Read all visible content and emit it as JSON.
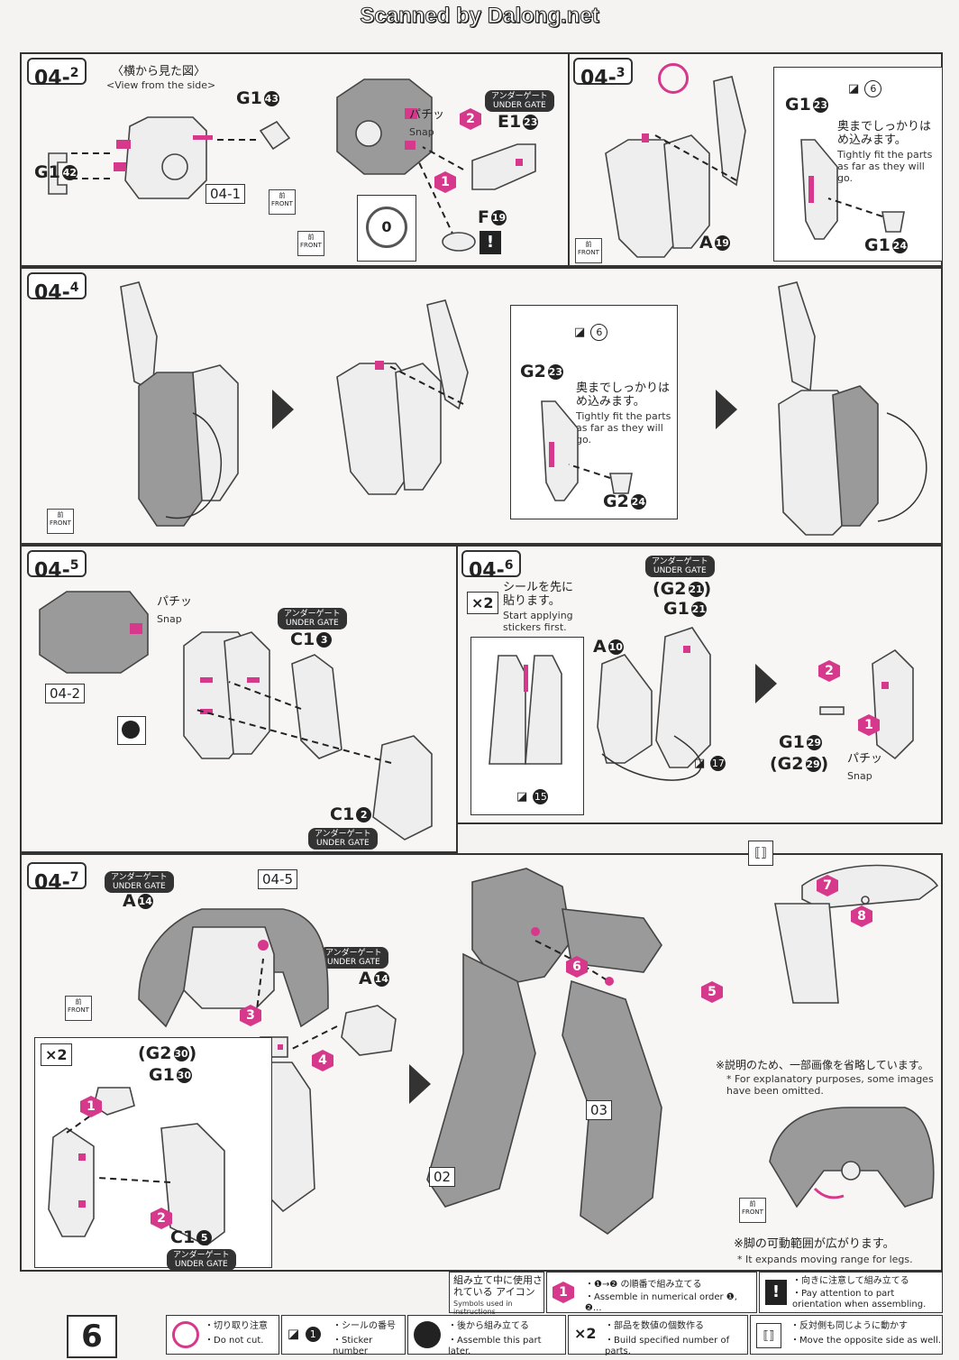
{
  "watermark": "Scanned by Dalong.net",
  "page_number": "6",
  "common": {
    "under_gate_jp": "アンダーゲート",
    "under_gate_en": "UNDER GATE",
    "front_jp": "前",
    "front_en": "FRONT",
    "snap_jp": "パチッ",
    "snap_en": "Snap"
  },
  "steps": {
    "s04_2": {
      "badge_main": "04",
      "badge_sub": "2",
      "view_jp": "〈横から見た図〉",
      "view_en": "<View from the side>",
      "ref_04_1": "04-1",
      "parts": {
        "g1_43": "G1",
        "g1_43_num": "43",
        "g1_42": "G1",
        "g1_42_num": "42",
        "e1_23": "E1",
        "e1_23_num": "23",
        "f19": "F",
        "f19_num": "19"
      }
    },
    "s04_3": {
      "badge_main": "04",
      "badge_sub": "3",
      "tight_jp": "奥までしっかりはめ込みます。",
      "tight_en": "Tightly fit the parts as far as they will go.",
      "parts": {
        "g1_23": "G1",
        "g1_23_num": "23",
        "g1_24": "G1",
        "g1_24_num": "24",
        "a19": "A",
        "a19_num": "19",
        "sticker": "6"
      }
    },
    "s04_4": {
      "badge_main": "04",
      "badge_sub": "4",
      "tight_jp": "奥までしっかりはめ込みます。",
      "tight_en": "Tightly fit the parts as far as they will go.",
      "parts": {
        "g2_23": "G2",
        "g2_23_num": "23",
        "g2_24": "G2",
        "g2_24_num": "24",
        "sticker": "6"
      }
    },
    "s04_5": {
      "badge_main": "04",
      "badge_sub": "5",
      "ref_04_2": "04-2",
      "parts": {
        "c1_3": "C1",
        "c1_3_num": "3",
        "c1_2": "C1",
        "c1_2_num": "2"
      }
    },
    "s04_6": {
      "badge_main": "04",
      "badge_sub": "6",
      "x2": "×2",
      "sticker_first_jp": "シールを先に貼ります。",
      "sticker_first_en": "Start applying stickers first.",
      "parts": {
        "g2_21": "(G2",
        "g2_21_num": "21",
        "g1_21": "G1",
        "g1_21_num": "21",
        "a10": "A",
        "a10_num": "10",
        "g1_29": "G1",
        "g1_29_num": "29",
        "g2_29": "(G2",
        "g2_29_num": "29",
        "sticker15": "15",
        "sticker17": "17"
      }
    },
    "s04_7": {
      "badge_main": "04",
      "badge_sub": "7",
      "ref_04_5": "04-5",
      "ref_02": "02",
      "ref_03": "03",
      "x2": "×2",
      "parts": {
        "a14a": "A",
        "a14a_num": "14",
        "a14b": "A",
        "a14b_num": "14",
        "g2_30": "(G2",
        "g2_30_num": "30",
        "g1_30": "G1",
        "g1_30_num": "30",
        "c1_5": "C1",
        "c1_5_num": "5"
      },
      "note_omit_jp": "※説明のため、一部画像を省略しています。",
      "note_omit_en": "* For explanatory purposes, some images have been omitted.",
      "note_range_jp": "※脚の可動範囲が広がります。",
      "note_range_en": "* It expands moving range for legs."
    }
  },
  "legend": {
    "title_jp": "組み立て中に使用されている アイコン",
    "title_en": "Symbols used in instructions",
    "items": [
      {
        "icon": "numbered-order-icon",
        "jp": "・❶→❷ の順番で組み立てる",
        "en": "・Assemble in numerical order ❶, ❷..."
      },
      {
        "icon": "exclamation-icon",
        "jp": "・向きに注意して組み立てる",
        "en": "・Pay attention to part orientation when assembling."
      },
      {
        "icon": "do-not-cut-icon",
        "jp": "・切り取り注意",
        "en": "・Do not cut."
      },
      {
        "icon": "sticker-icon",
        "jp": "・シールの番号",
        "en": "・Sticker number"
      },
      {
        "icon": "assemble-later-icon",
        "jp": "・後から組み立てる",
        "en": "・Assemble this part later."
      },
      {
        "icon": "x2-icon",
        "jp": "・部品を数値の個数作る",
        "en": "・Build specified number of parts."
      },
      {
        "icon": "mirror-icon",
        "jp": "・反対側も同じように動かす",
        "en": "・Move the opposite side as well."
      }
    ]
  }
}
